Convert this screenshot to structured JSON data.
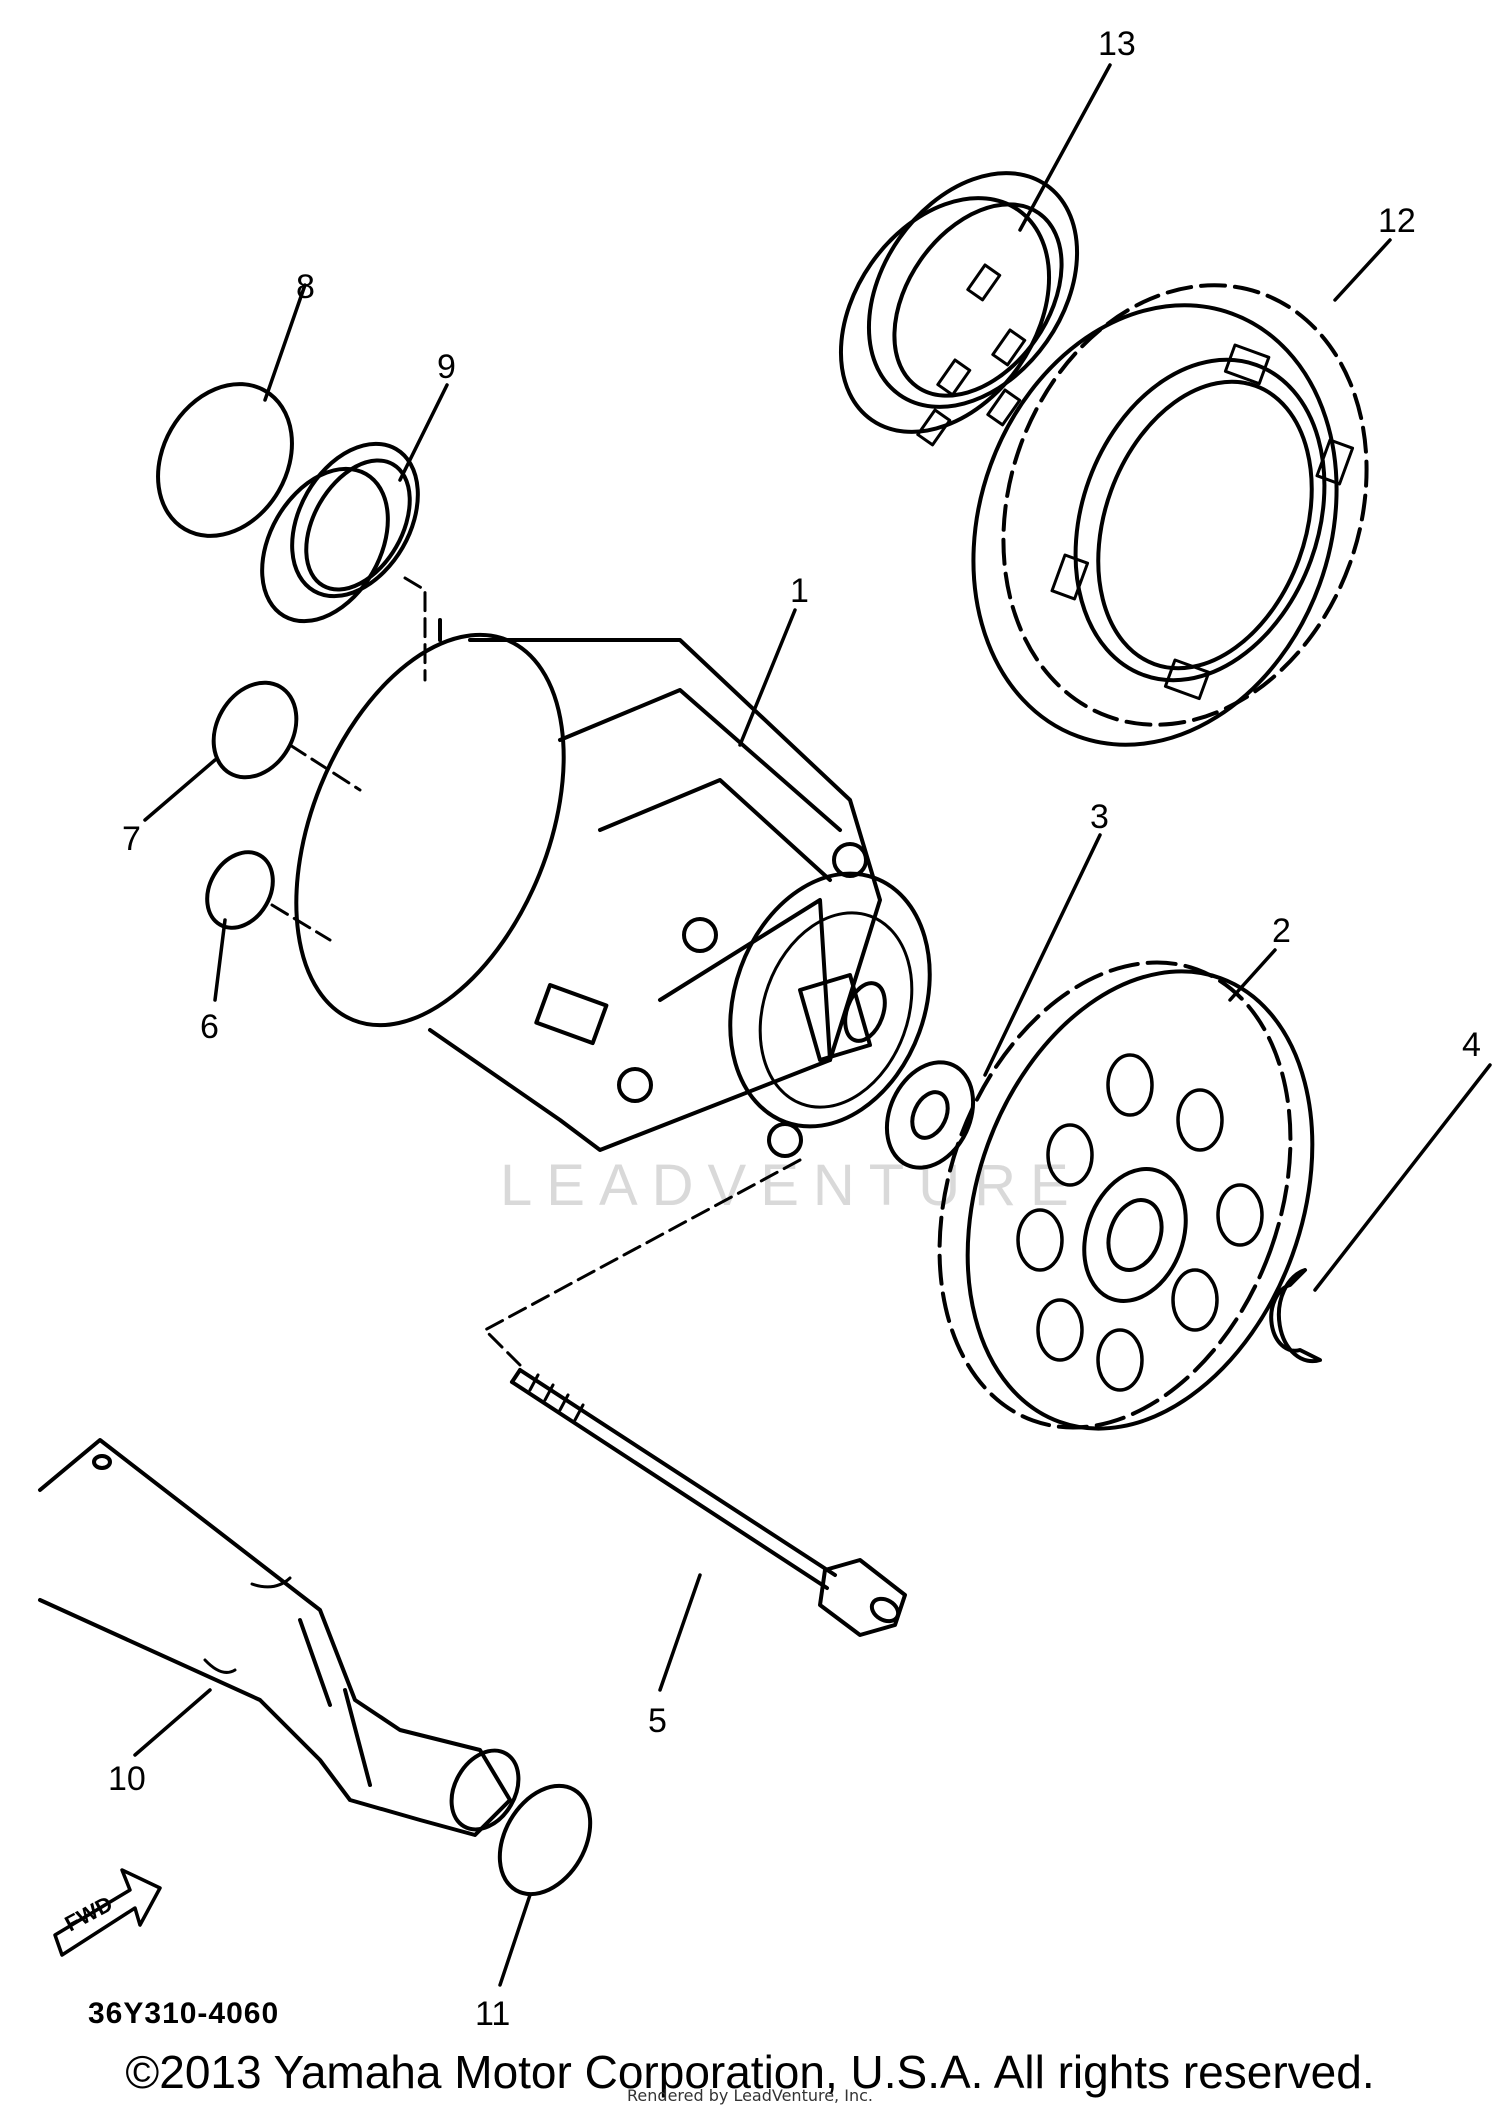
{
  "diagram": {
    "callouts": [
      {
        "id": "1",
        "label": "1"
      },
      {
        "id": "2",
        "label": "2"
      },
      {
        "id": "3",
        "label": "3"
      },
      {
        "id": "4",
        "label": "4"
      },
      {
        "id": "5",
        "label": "5"
      },
      {
        "id": "6",
        "label": "6"
      },
      {
        "id": "7",
        "label": "7"
      },
      {
        "id": "8",
        "label": "8"
      },
      {
        "id": "9",
        "label": "9"
      },
      {
        "id": "10",
        "label": "10"
      },
      {
        "id": "11",
        "label": "11"
      },
      {
        "id": "12",
        "label": "12"
      },
      {
        "id": "13",
        "label": "13"
      }
    ],
    "fwd_label": "FWD",
    "part_number": "36Y310-4060",
    "watermark": "LEADVENTURE"
  },
  "footer": {
    "copyright": "©2013 Yamaha Motor Corporation, U.S.A. All rights reserved.",
    "rendered_by": "Rendered by LeadVenture, Inc."
  }
}
